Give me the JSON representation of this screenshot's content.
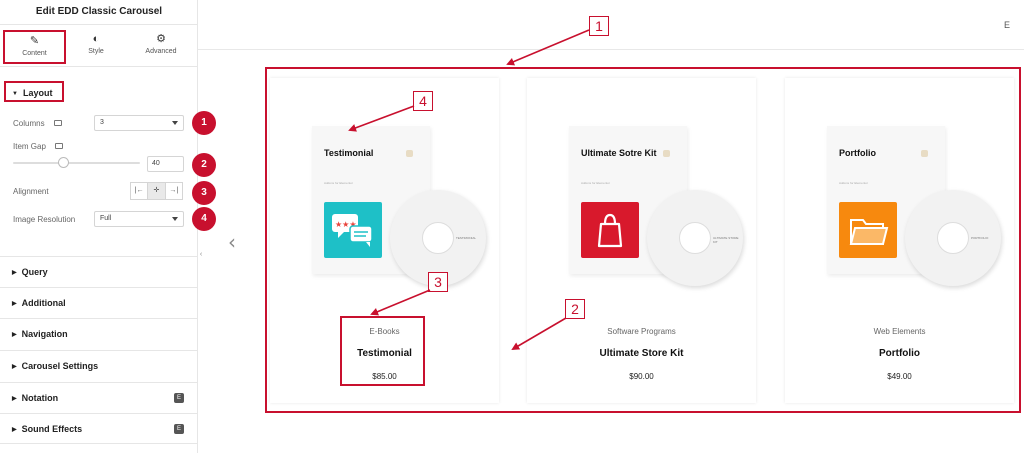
{
  "panel": {
    "title": "Edit EDD Classic Carousel",
    "tabs": [
      {
        "label": "Content",
        "icon": "pencil-icon"
      },
      {
        "label": "Style",
        "icon": "half-circle-icon"
      },
      {
        "label": "Advanced",
        "icon": "gear-icon"
      }
    ],
    "layout_section": "Layout",
    "controls": {
      "columns": {
        "label": "Columns",
        "value": "3"
      },
      "item_gap": {
        "label": "Item Gap",
        "value": "40"
      },
      "alignment": {
        "label": "Alignment",
        "options": [
          "|←",
          "✛",
          "→|"
        ],
        "selected": 1
      },
      "image_resolution": {
        "label": "Image Resolution",
        "value": "Full"
      }
    },
    "badges": [
      "1",
      "2",
      "3",
      "4"
    ],
    "sections": [
      "Query",
      "Additional",
      "Navigation",
      "Carousel Settings",
      "Notation",
      "Sound Effects"
    ],
    "pro_icon": "E"
  },
  "preview": {
    "corner_letter": "E",
    "prev_arrow": "‹",
    "callouts": [
      "1",
      "2",
      "3",
      "4"
    ],
    "cards": [
      {
        "category": "E-Books",
        "title": "Testimonial",
        "price": "$85.00",
        "box_title": "Testimonial",
        "box_sub": "Addons for Elementor",
        "disc_label": "TESTIMONIAL",
        "tile_color": "#1ec0c7",
        "tile_icon": "chat-bubbles-icon"
      },
      {
        "category": "Software Programs",
        "title": "Ultimate Store Kit",
        "price": "$90.00",
        "box_title": "Ultimate Sotre Kit",
        "box_sub": "Addons for Elementor",
        "disc_label": "ULTIMATE STORE KIT",
        "tile_color": "#d8192c",
        "tile_icon": "shopping-bag-icon"
      },
      {
        "category": "Web Elements",
        "title": "Portfolio",
        "price": "$49.00",
        "box_title": "Portfolio",
        "box_sub": "Addons for Elementor",
        "disc_label": "PORTFOLIO",
        "tile_color": "#f7890e",
        "tile_icon": "folder-icon"
      }
    ]
  },
  "colors": {
    "annotation_red": "#c8102e",
    "panel_border": "#e6e6e6"
  }
}
